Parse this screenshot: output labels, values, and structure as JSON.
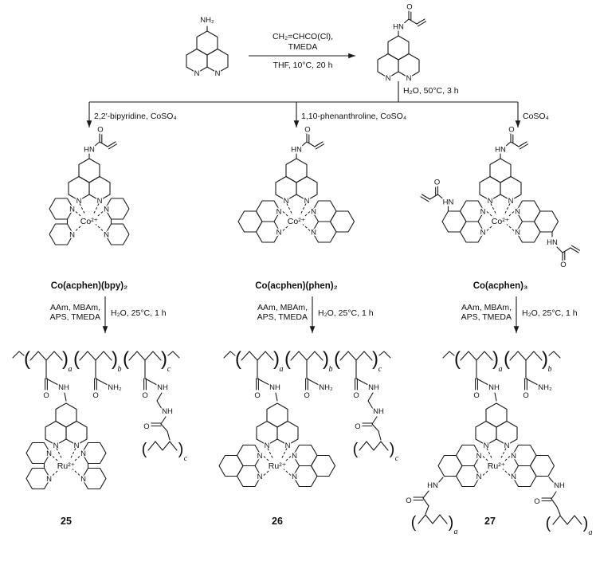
{
  "scheme": {
    "starting_material": {
      "substituent": "NH₂"
    },
    "step1": {
      "reagents_line1": "CH₂=CHCO(Cl),",
      "reagents_line2": "TMEDA",
      "conditions": "THF, 10°C, 20 h"
    },
    "step2": {
      "conditions": "H₂O, 50°C, 3 h"
    },
    "branches": [
      {
        "reagents": "2,2′-bipyridine, CoSO₄",
        "complex_name": "Co(acphen)(bpy)₂"
      },
      {
        "reagents": "1,10-phenanthroline, CoSO₄",
        "complex_name": "Co(acphen)(phen)₂"
      },
      {
        "reagents": "CoSO₄",
        "complex_name": "Co(acphen)₃"
      }
    ],
    "polymerization": {
      "reagents_line1": "AAm, MBAm,",
      "reagents_line2": "APS, TMEDA",
      "conditions": "H₂O, 25°C, 1 h"
    },
    "polymer_numbers": [
      "25",
      "26",
      "27"
    ]
  },
  "labels": {
    "n": "N",
    "o": "O",
    "hn": "HN",
    "nh": "NH",
    "nh2": "NH₂",
    "co": "Co²⁺",
    "ru": "Ru²⁺",
    "sub_a": "a",
    "sub_b": "b",
    "sub_c": "c",
    "paren_open": "(",
    "paren_close": ")"
  }
}
